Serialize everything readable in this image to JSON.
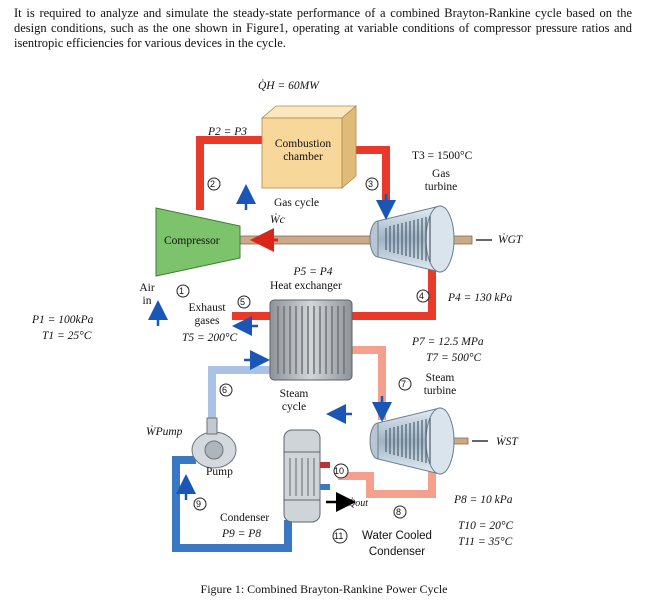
{
  "intro": "It is required to analyze and simulate the steady-state performance of a combined Brayton-Rankine cycle based on the design conditions, such as the one shown in Figure1, operating at variable conditions of compressor pressure ratios and isentropic efficiencies for various devices in the cycle.",
  "heat_input": "Q̇H = 60MW",
  "p2_p3": "P2 = P3",
  "combustion_chamber": "Combustion chamber",
  "gas_cycle": "Gas cycle",
  "wc": "Ẇc",
  "t3": "T3 = 1500°C",
  "gas_turbine": "Gas turbine",
  "compressor": "Compressor",
  "wgt": "ẆGT",
  "air_in": "Air in",
  "p1": "P1 = 100kPa",
  "t1": "T1 = 25°C",
  "p5_p4": "P5 = P4",
  "heat_exchanger": "Heat exchanger",
  "p4": "P4 = 130 kPa",
  "exhaust_gases": "Exhaust gases",
  "t5": "T5 = 200°C",
  "p7": "P7 = 12.5 MPa",
  "t7": "T7 = 500°C",
  "steam_turbine": "Steam turbine",
  "steam_cycle": "Steam cycle",
  "wpump": "ẆPump",
  "wst": "ẆST",
  "pump": "Pump",
  "qout": "Q̇out",
  "condenser": "Condenser",
  "p9": "P9 = P8",
  "p8": "P8 = 10 kPa",
  "water_cooled_condenser": "Water Cooled Condenser",
  "t10": "T10 = 20°C",
  "t11": "T11 = 35°C",
  "state_numbers": [
    "1",
    "2",
    "3",
    "4",
    "5",
    "6",
    "7",
    "8",
    "9",
    "10",
    "11"
  ],
  "caption": "Figure 1: Combined Brayton-Rankine Power Cycle",
  "colors": {
    "hot_gas": "#e8392b",
    "steam": "#f4a08c",
    "cold_water": "#3b78c3",
    "compressor": "#7cc36b",
    "chamber": "#f7d79a",
    "shaft": "#c9a98a",
    "turbine": "#c9d7e3",
    "hx": "#b0b4b8"
  }
}
